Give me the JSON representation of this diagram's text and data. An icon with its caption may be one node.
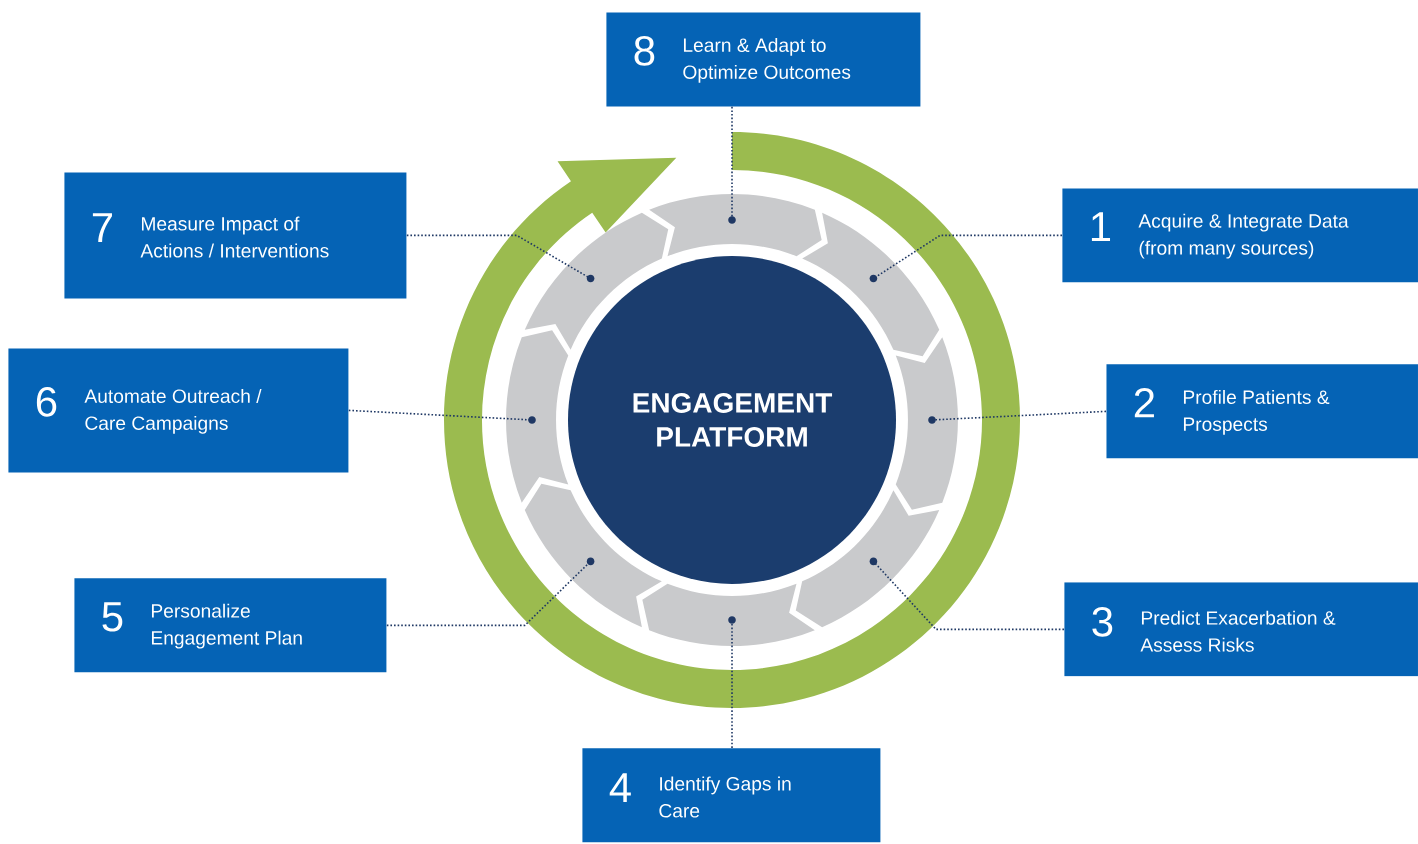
{
  "diagram": {
    "nodes": [
      {
        "text": [
          "8",
          "Learn & Adapt to Optimize Outcomes"
        ]
      },
      {
        "text": [
          "7",
          "Measure Impact of Actions / Interventions"
        ]
      },
      {
        "text": [
          "1",
          "Acquire & Integrate Data (from many sources)"
        ]
      },
      {
        "text": [
          "ENGAGEMENT PLATFORM"
        ]
      },
      {
        "text": [
          "6",
          "Automate Outreach / Care Campaigns"
        ]
      },
      {
        "text": [
          "2",
          "Profile Patients & Prospects"
        ]
      },
      {
        "text": [
          "5",
          "Personalize Engagement Plan"
        ]
      },
      {
        "text": [
          "3",
          "Predict Exacerbation & Assess Risks"
        ]
      },
      {
        "text": [
          "4",
          "Identify Gaps in Care"
        ]
      },
      {
        "text": [],
        "shape": "arc"
      },
      {
        "text": [],
        "shape": "arc"
      },
      {
        "text": [],
        "shape": "arc"
      },
      {
        "text": [],
        "shape": "arc"
      },
      {
        "text": [],
        "shape": "arc"
      },
      {
        "text": [],
        "shape": "arc"
      },
      {
        "text": [],
        "shape": "arc"
      },
      {
        "text": [],
        "shape": "arc"
      }
    ],
    "edges": [
      {
        "from": 0,
        "to": 9,
        "arrow": "none",
        "style": "dashed"
      },
      {
        "from": 1,
        "to": 10,
        "arrow": "none",
        "style": "dashed"
      },
      {
        "from": 2,
        "to": 11,
        "arrow": "none",
        "style": "dashed"
      },
      {
        "from": 4,
        "to": 12,
        "arrow": "none",
        "style": "dashed"
      },
      {
        "from": 5,
        "to": 13,
        "arrow": "none",
        "style": "dashed"
      },
      {
        "from": 6,
        "to": 14,
        "arrow": "none",
        "style": "dashed"
      },
      {
        "from": 7,
        "to": 15,
        "arrow": "none",
        "style": "dashed"
      },
      {
        "from": 8,
        "to": 16,
        "arrow": "none",
        "style": "dashed"
      }
    ]
  }
}
